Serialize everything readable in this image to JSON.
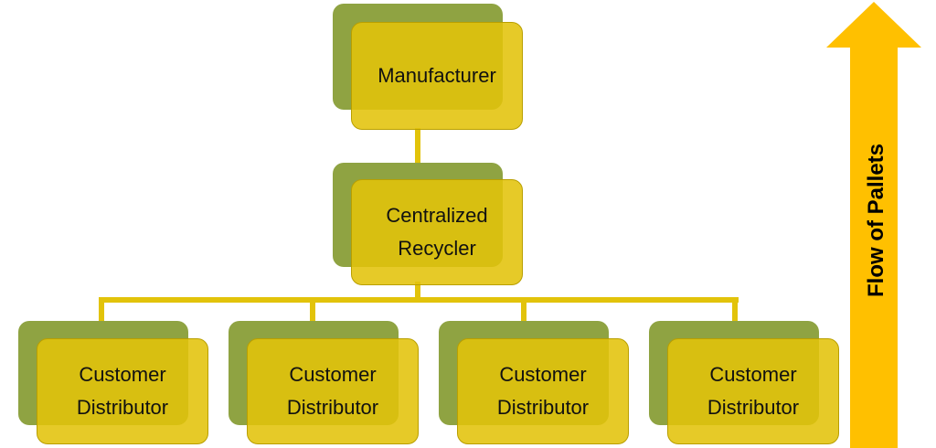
{
  "diagram": {
    "colors": {
      "box_front": "#e2c30a",
      "box_back": "#8fa342",
      "connector": "#e2c30a",
      "arrow": "#ffc000"
    },
    "top": {
      "label": "Manufacturer"
    },
    "middle": {
      "line1": "Centralized",
      "line2": "Recycler"
    },
    "bottom": [
      {
        "line1": "Customer",
        "line2": "Distributor"
      },
      {
        "line1": "Customer",
        "line2": "Distributor"
      },
      {
        "line1": "Customer",
        "line2": "Distributor"
      },
      {
        "line1": "Customer",
        "line2": "Distributor"
      }
    ],
    "flow_arrow": {
      "label": "Flow of Pallets",
      "direction": "up"
    }
  }
}
